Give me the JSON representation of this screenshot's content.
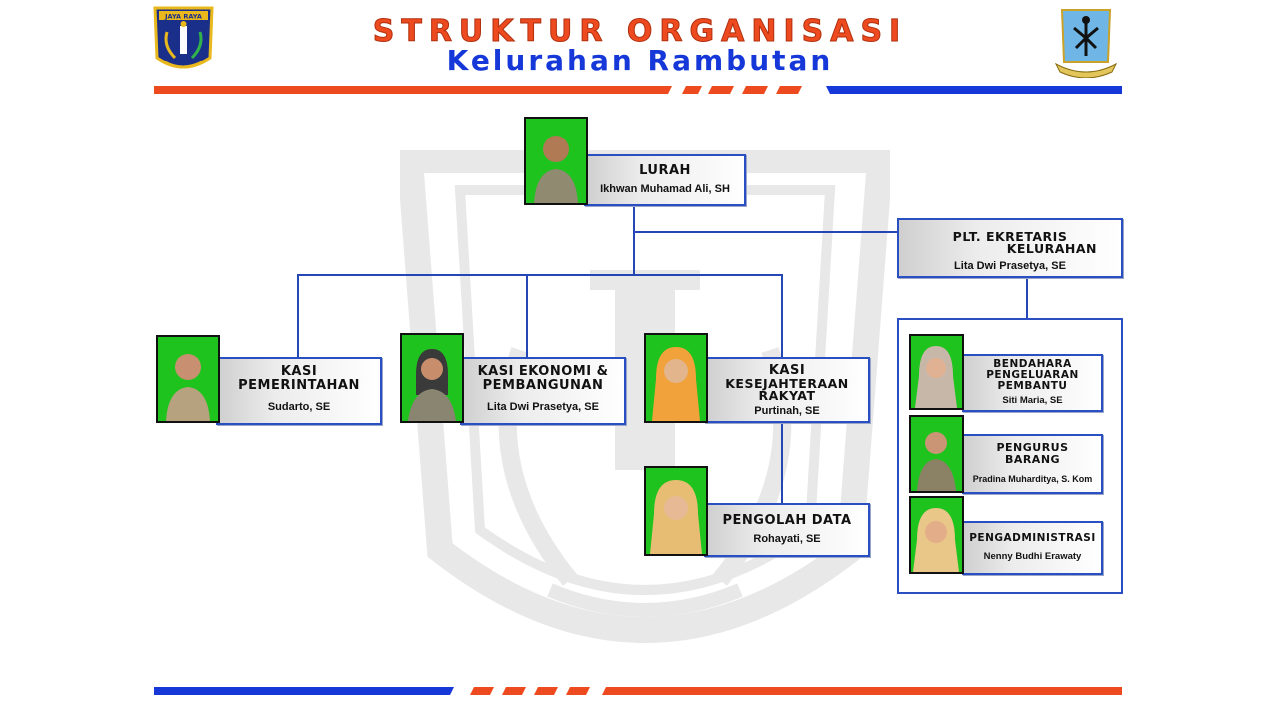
{
  "header": {
    "title": "STRUKTUR ORGANISASI",
    "subtitle": "Kelurahan Rambutan",
    "logo_left_text": "JAYA RAYA"
  },
  "colors": {
    "accent_orange": "#ee4a1f",
    "accent_blue": "#1638d8",
    "photo_bg": "#1ec31e",
    "card_border": "#2a4fc2"
  },
  "nodes": {
    "lurah": {
      "title": "LURAH",
      "name": "Ikhwan Muhamad Ali, SH"
    },
    "sekretaris": {
      "title_line1": "PLT. EKRETARIS",
      "title_line2": "KELURAHAN",
      "name": "Lita Dwi Prasetya, SE"
    },
    "kasi_pemerintahan": {
      "title_line1": "KASI",
      "title_line2": "PEMERINTAHAN",
      "name": "Sudarto, SE"
    },
    "kasi_ekonomi": {
      "title_line1": "KASI EKONOMI &",
      "title_line2": "PEMBANGUNAN",
      "name": "Lita Dwi Prasetya, SE"
    },
    "kasi_kesra": {
      "title_line1": "KASI",
      "title_line2": "KESEJAHTERAAN",
      "title_line3": "RAKYAT",
      "name": "Purtinah, SE"
    },
    "pengolah_data": {
      "title": "PENGOLAH DATA",
      "name": "Rohayati, SE"
    },
    "bendahara": {
      "title_line1": "BENDAHARA",
      "title_line2": "PENGELUARAN",
      "title_line3": "PEMBANTU",
      "name": "Siti Maria, SE"
    },
    "pengurus_barang": {
      "title_line1": "PENGURUS",
      "title_line2": "BARANG",
      "name": "Pradina Muharditya, S. Kom"
    },
    "pengadministrasi": {
      "title": "PENGADMINISTRASI",
      "name": "Nenny Budhi Erawaty"
    }
  }
}
